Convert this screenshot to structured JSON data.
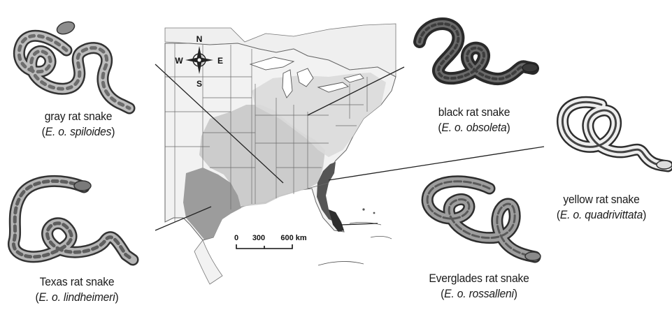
{
  "compass": {
    "north": "N",
    "south": "S",
    "east": "E",
    "west": "W"
  },
  "scale_bar": {
    "tick_0": "0",
    "tick_1": "300",
    "tick_2": "600 km"
  },
  "snakes": [
    {
      "common_name": "gray rat snake",
      "scientific_name": "E. o. spiloides"
    },
    {
      "common_name": "Texas rat snake",
      "scientific_name": "E. o. lindheimeri"
    },
    {
      "common_name": "black rat snake",
      "scientific_name": "E. o. obsoleta"
    },
    {
      "common_name": "yellow rat snake",
      "scientific_name": "E. o. quadrivittata"
    },
    {
      "common_name": "Everglades rat snake",
      "scientific_name": "E. o. rossalleni"
    }
  ],
  "colors": {
    "outline": "#3a3a3a",
    "map_light": "#e6e6e6",
    "range_gray": "#c9c9c9",
    "range_texas": "#9c9c9c",
    "range_yellow": "#555555",
    "range_everglades": "#2e2e2e"
  }
}
